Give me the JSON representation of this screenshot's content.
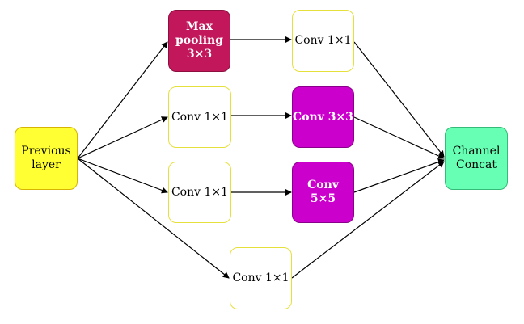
{
  "nodes": {
    "previous_layer": "Previous layer",
    "max_pooling": {
      "line1": "Max",
      "line2": "pooling",
      "line3": "3×3"
    },
    "pool_conv_1x1": "Conv 1×1",
    "branch2_conv_1x1": "Conv 1×1",
    "conv_3x3": "Conv 3×3",
    "branch3_conv_1x1": "Conv 1×1",
    "conv_5x5": {
      "line1": "Conv",
      "line2": "5×5"
    },
    "branch4_conv_1x1": "Conv 1×1",
    "channel_concat": "Channel Concat"
  },
  "colors": {
    "previous_layer": "#ffff33",
    "max_pooling": "#c2185b",
    "conv_large": "#cc00cc",
    "channel_concat": "#66ffb3",
    "plain_border": "#e6e03a",
    "edge": "#000000"
  }
}
